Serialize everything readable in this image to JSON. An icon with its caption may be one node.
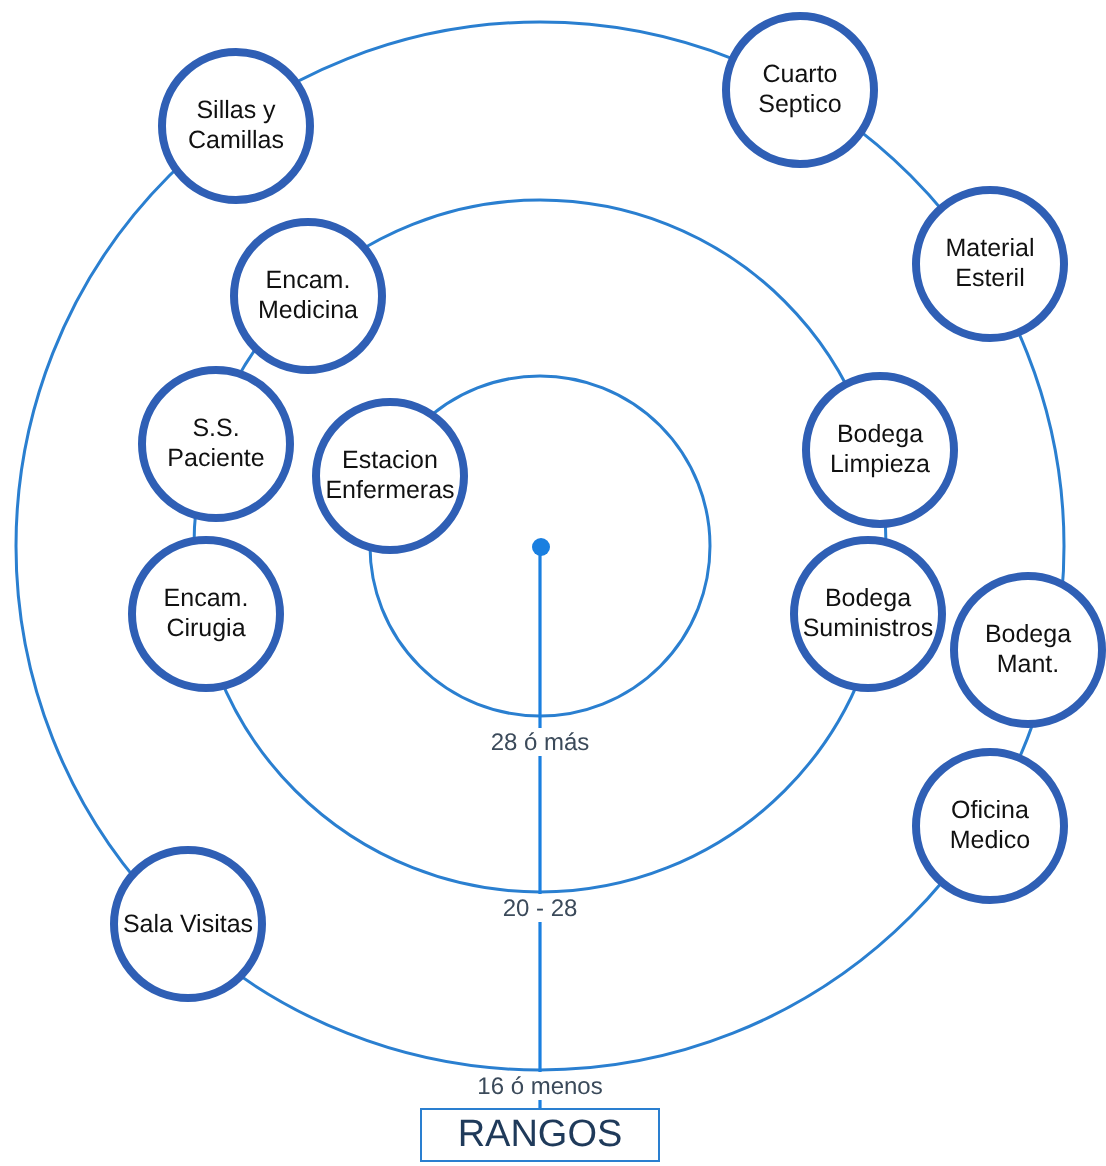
{
  "diagram": {
    "nodes": [
      {
        "text": [
          "Sillas y Camillas"
        ]
      },
      {
        "text": [
          "Cuarto Septico"
        ]
      },
      {
        "text": [
          "Material Esteril"
        ]
      },
      {
        "text": [
          "Encam. Medicina"
        ]
      },
      {
        "text": [
          "S.S. Paciente"
        ]
      },
      {
        "text": [
          "Estacion Enfermeras"
        ]
      },
      {
        "text": [
          "Bodega Limpieza"
        ]
      },
      {
        "text": [],
        "shape": "circle"
      },
      {
        "text": [
          "Encam. Cirugia"
        ]
      },
      {
        "text": [
          "Bodega Suministros"
        ]
      },
      {
        "text": [
          "Bodega Mant."
        ]
      },
      {
        "text": [
          "Oficina Medico"
        ]
      },
      {
        "text": [
          "Sala Visitas"
        ]
      },
      {
        "text": [
          "RANGOS"
        ]
      }
    ],
    "edges": [
      {
        "from": 13,
        "to": 7,
        "arrow": "none"
      }
    ],
    "labels": [
      "28 ó más",
      "20 - 28",
      "16 ó menos"
    ]
  }
}
